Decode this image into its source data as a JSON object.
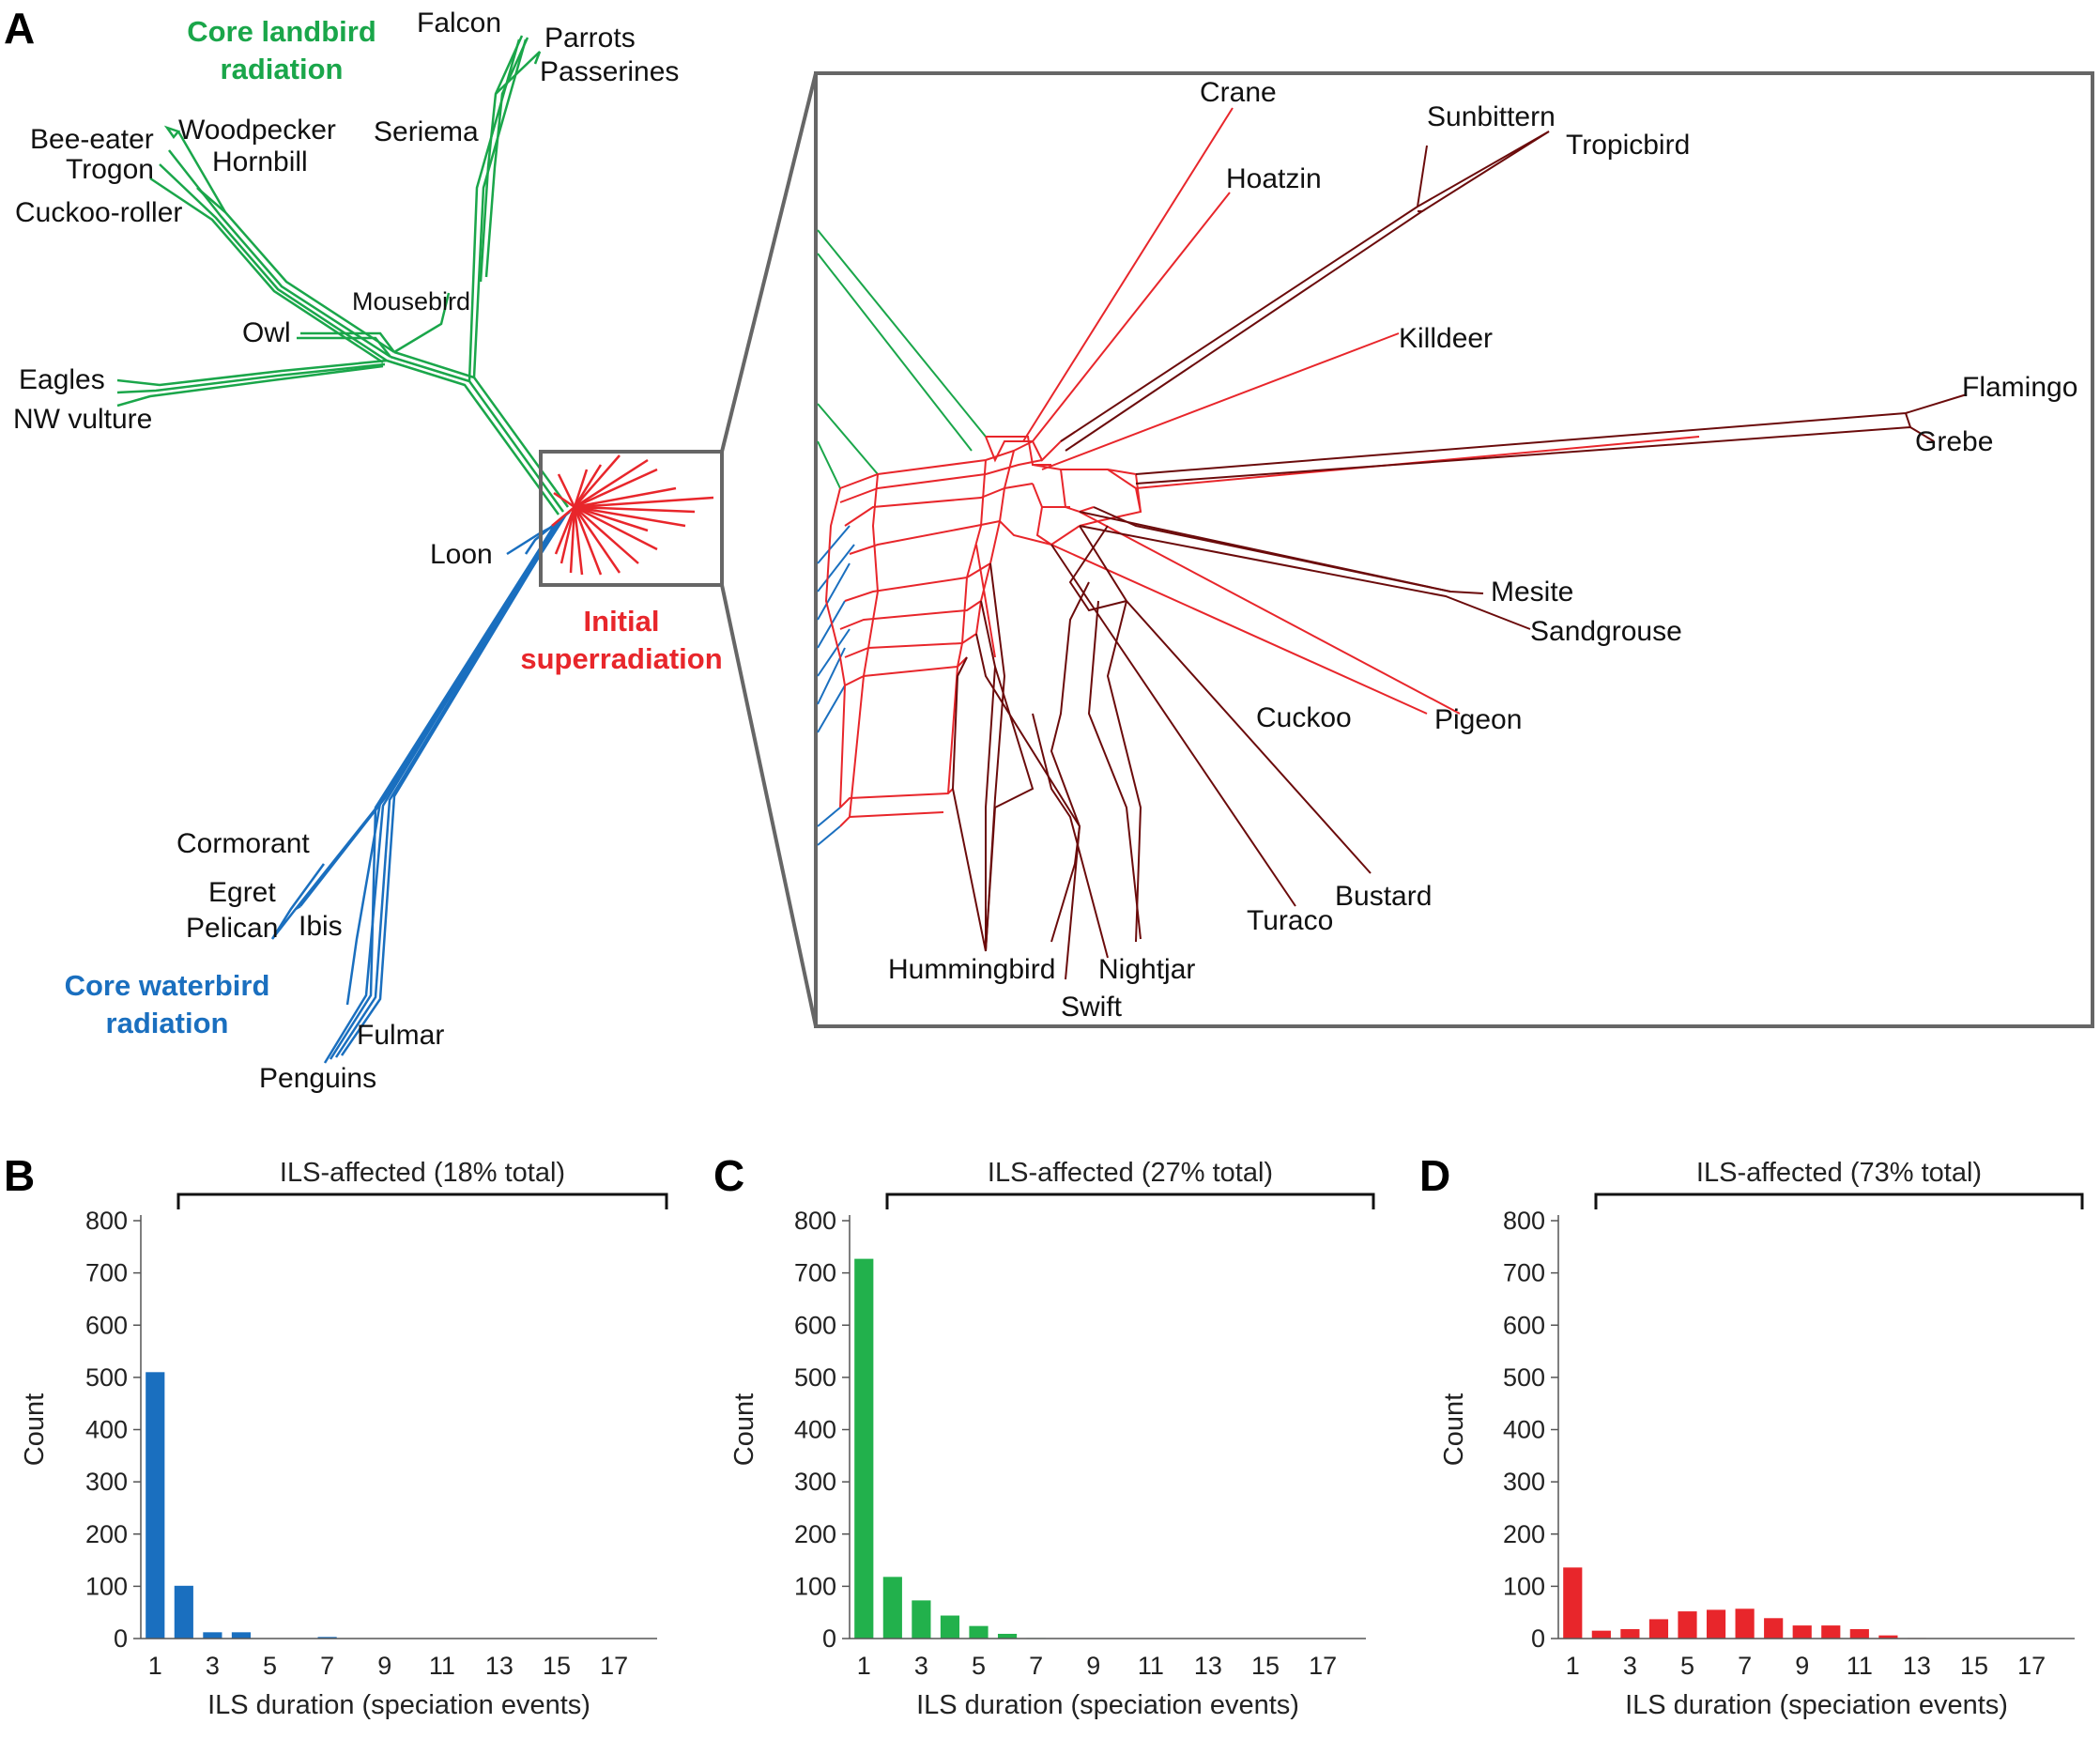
{
  "panels": {
    "a": "A",
    "b": "B",
    "c": "C",
    "d": "D"
  },
  "colors": {
    "landbird": "#1aa64a",
    "waterbird": "#1a6fbf",
    "superradiation": "#e8262b",
    "dark_red": "#6b0b0b",
    "box": "#666666",
    "bar_b": "#1a6fbf",
    "bar_c": "#22b14c",
    "bar_d": "#e8262b"
  },
  "network": {
    "group_labels": {
      "landbird": [
        "Core landbird",
        "radiation"
      ],
      "waterbird": [
        "Core waterbird",
        "radiation"
      ],
      "superradiation": [
        "Initial",
        "superradiation"
      ]
    },
    "taxa_overview": {
      "falcon": "Falcon",
      "parrots": "Parrots",
      "passerines": "Passerines",
      "seriema": "Seriema",
      "bee_eater": "Bee-eater",
      "woodpecker": "Woodpecker",
      "trogon": "Trogon",
      "hornbill": "Hornbill",
      "cuckoo_roller": "Cuckoo-roller",
      "mousebird": "Mousebird",
      "owl": "Owl",
      "eagles": "Eagles",
      "nw_vulture": "NW vulture",
      "loon": "Loon",
      "cormorant": "Cormorant",
      "egret": "Egret",
      "pelican": "Pelican",
      "ibis": "Ibis",
      "fulmar": "Fulmar",
      "penguins": "Penguins"
    },
    "taxa_zoom": {
      "crane": "Crane",
      "sunbittern": "Sunbittern",
      "tropicbird": "Tropicbird",
      "hoatzin": "Hoatzin",
      "killdeer": "Killdeer",
      "flamingo": "Flamingo",
      "grebe": "Grebe",
      "mesite": "Mesite",
      "sandgrouse": "Sandgrouse",
      "cuckoo": "Cuckoo",
      "pigeon": "Pigeon",
      "bustard": "Bustard",
      "turaco": "Turaco",
      "hummingbird": "Hummingbird",
      "nightjar": "Nightjar",
      "swift": "Swift"
    }
  },
  "chart_data": [
    {
      "panel": "B",
      "type": "bar",
      "categories": [
        1,
        2,
        3,
        4,
        5,
        6,
        7,
        8,
        9,
        10,
        11,
        12,
        13,
        14,
        15,
        16,
        17,
        18
      ],
      "values": [
        510,
        101,
        12,
        12,
        0,
        0,
        3,
        0,
        0,
        0,
        0,
        0,
        0,
        0,
        0,
        0,
        0,
        0
      ],
      "xticks": [
        1,
        3,
        5,
        7,
        9,
        11,
        13,
        15,
        17
      ],
      "yticks": [
        0,
        100,
        200,
        300,
        400,
        500,
        600,
        700,
        800
      ],
      "ylim": [
        0,
        800
      ],
      "xlabel": "ILS duration (speciation events)",
      "ylabel": "Count",
      "bracket_label": "ILS-affected (18% total)",
      "color": "#1a6fbf"
    },
    {
      "panel": "C",
      "type": "bar",
      "categories": [
        1,
        2,
        3,
        4,
        5,
        6,
        7,
        8,
        9,
        10,
        11,
        12,
        13,
        14,
        15,
        16,
        17,
        18
      ],
      "values": [
        727,
        118,
        73,
        44,
        24,
        9,
        1,
        0,
        0,
        0,
        0,
        0,
        0,
        0,
        0,
        0,
        0,
        0
      ],
      "xticks": [
        1,
        3,
        5,
        7,
        9,
        11,
        13,
        15,
        17
      ],
      "yticks": [
        0,
        100,
        200,
        300,
        400,
        500,
        600,
        700,
        800
      ],
      "ylim": [
        0,
        800
      ],
      "xlabel": "ILS duration (speciation events)",
      "ylabel": "Count",
      "bracket_label": "ILS-affected (27% total)",
      "color": "#22b14c"
    },
    {
      "panel": "D",
      "type": "bar",
      "categories": [
        1,
        2,
        3,
        4,
        5,
        6,
        7,
        8,
        9,
        10,
        11,
        12,
        13,
        14,
        15,
        16,
        17,
        18
      ],
      "values": [
        136,
        15,
        18,
        37,
        52,
        55,
        57,
        39,
        25,
        25,
        18,
        6,
        1,
        0,
        0,
        0,
        0,
        0
      ],
      "xticks": [
        1,
        3,
        5,
        7,
        9,
        11,
        13,
        15,
        17
      ],
      "yticks": [
        0,
        100,
        200,
        300,
        400,
        500,
        600,
        700,
        800
      ],
      "ylim": [
        0,
        800
      ],
      "xlabel": "ILS duration (speciation events)",
      "ylabel": "Count",
      "bracket_label": "ILS-affected (73% total)",
      "color": "#e8262b"
    }
  ]
}
